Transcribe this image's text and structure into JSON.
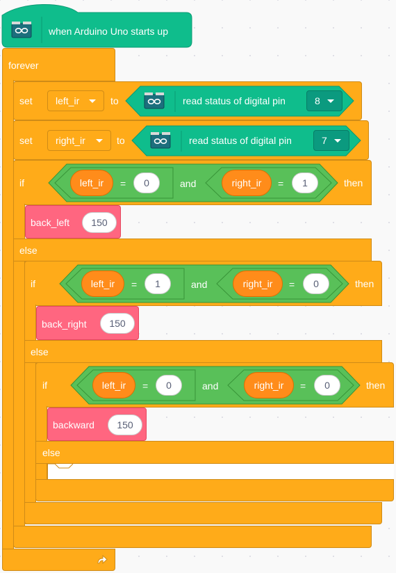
{
  "hat": {
    "label": "when Arduino Uno starts up"
  },
  "forever": {
    "label": "forever"
  },
  "set_blocks": [
    {
      "set_label": "set",
      "variable": "left_ir",
      "to_label": "to",
      "reporter_label": "read status of digital pin",
      "pin": "8"
    },
    {
      "set_label": "set",
      "variable": "right_ir",
      "to_label": "to",
      "reporter_label": "read status of digital pin",
      "pin": "7"
    }
  ],
  "conditions": [
    {
      "if_label": "if",
      "then_label": "then",
      "else_label": "else",
      "left_var": "left_ir",
      "left_op": "=",
      "left_val": "0",
      "and_label": "and",
      "right_var": "right_ir",
      "right_op": "=",
      "right_val": "1",
      "action": "back_left",
      "speed": "150"
    },
    {
      "if_label": "if",
      "then_label": "then",
      "else_label": "else",
      "left_var": "left_ir",
      "left_op": "=",
      "left_val": "1",
      "and_label": "and",
      "right_var": "right_ir",
      "right_op": "=",
      "right_val": "0",
      "action": "back_right",
      "speed": "150"
    },
    {
      "if_label": "if",
      "then_label": "then",
      "else_label": "else",
      "left_var": "left_ir",
      "left_op": "=",
      "left_val": "0",
      "and_label": "and",
      "right_var": "right_ir",
      "right_op": "=",
      "right_val": "0",
      "action": "backward",
      "speed": "150"
    }
  ],
  "colors": {
    "control": "#ffab19",
    "arduino": "#0fbd8c",
    "operator": "#59c059",
    "variable": "#ff8c1a",
    "motion": "#ff6680"
  },
  "icons": {
    "board": "arduino-board-icon",
    "loop": "loop-arrow-icon",
    "caret": "caret-down-icon"
  }
}
